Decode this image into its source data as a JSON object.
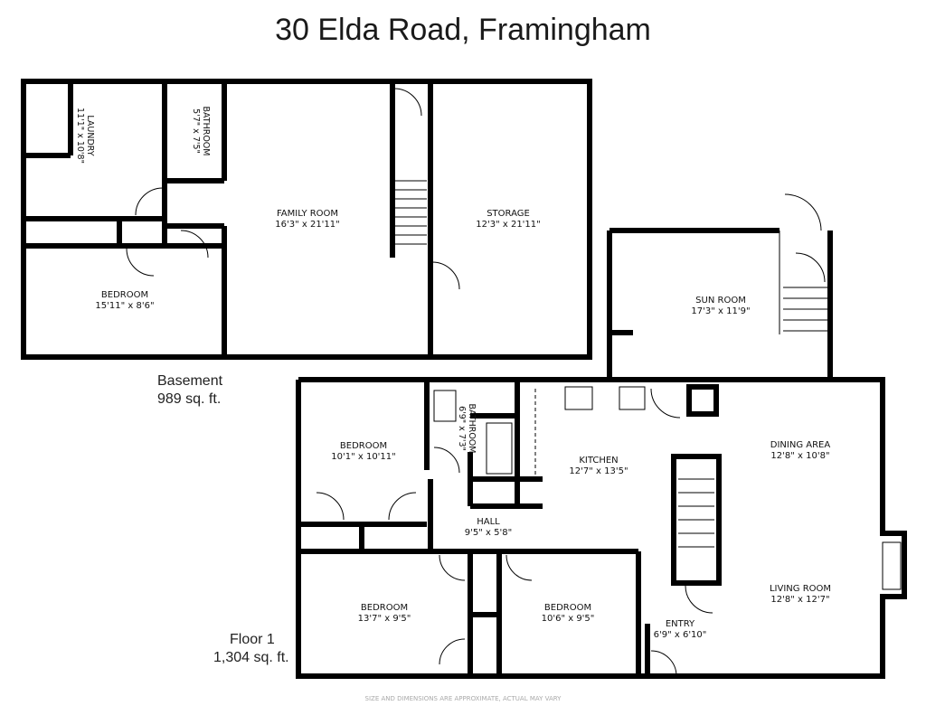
{
  "title": "30 Elda Road, Framingham",
  "floors": [
    {
      "name": "Basement",
      "area": "989 sq. ft."
    },
    {
      "name": "Floor 1",
      "area": "1,304 sq. ft."
    }
  ],
  "rooms": {
    "laundry": {
      "name": "LAUNDRY",
      "dim": "11'1\" x 10'8\""
    },
    "bath_basement": {
      "name": "BATHROOM",
      "dim": "5'7\" x 7'5\""
    },
    "family_room": {
      "name": "FAMILY ROOM",
      "dim": "16'3\" x 21'11\""
    },
    "storage": {
      "name": "STORAGE",
      "dim": "12'3\" x 21'11\""
    },
    "bedroom_basement": {
      "name": "BEDROOM",
      "dim": "15'11\" x 8'6\""
    },
    "sun_room": {
      "name": "SUN ROOM",
      "dim": "17'3\" x 11'9\""
    },
    "bedroom_1": {
      "name": "BEDROOM",
      "dim": "10'1\" x 10'11\""
    },
    "bath_floor1": {
      "name": "BATHROOM",
      "dim": "6'9\" x 7'3\""
    },
    "kitchen": {
      "name": "KITCHEN",
      "dim": "12'7\" x 13'5\""
    },
    "dining": {
      "name": "DINING AREA",
      "dim": "12'8\" x 10'8\""
    },
    "hall": {
      "name": "HALL",
      "dim": "9'5\" x 5'8\""
    },
    "bedroom_2": {
      "name": "BEDROOM",
      "dim": "13'7\" x 9'5\""
    },
    "bedroom_3": {
      "name": "BEDROOM",
      "dim": "10'6\" x 9'5\""
    },
    "living": {
      "name": "LIVING ROOM",
      "dim": "12'8\" x 12'7\""
    },
    "entry": {
      "name": "ENTRY",
      "dim": "6'9\" x 6'10\""
    }
  },
  "disclaimer": "SIZE AND DIMENSIONS ARE APPROXIMATE, ACTUAL MAY VARY"
}
